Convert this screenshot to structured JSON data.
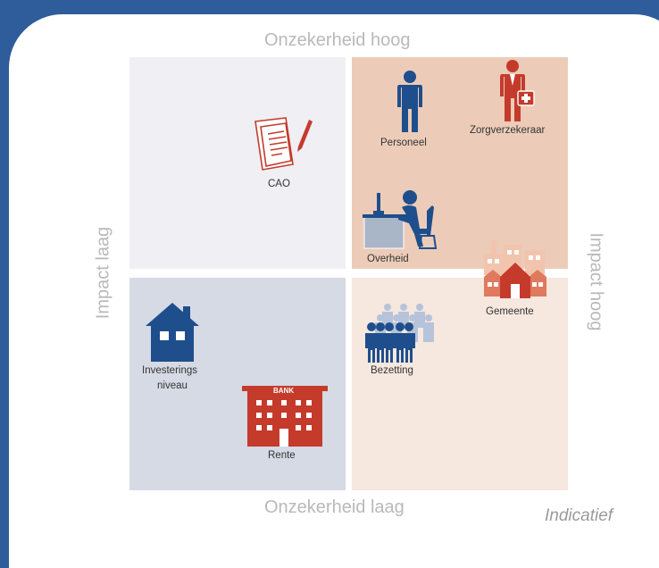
{
  "axes": {
    "top": "Onzekerheid hoog",
    "bottom": "Onzekerheid laag",
    "left": "Impact laag",
    "right": "Impact hoog"
  },
  "note": "Indicatief",
  "items": {
    "cao": "CAO",
    "personeel": "Personeel",
    "zorgverzekeraar": "Zorgverzekeraar",
    "overheid": "Overheid",
    "gemeente": "Gemeente",
    "investerings_line1": "Investerings",
    "investerings_line2": "niveau",
    "bezetting": "Bezetting",
    "rente": "Rente",
    "bank_sign": "BANK"
  },
  "colors": {
    "background": "#2f5c9a",
    "quad_top_left": "#efeff4",
    "quad_top_right": "#ecccb8",
    "quad_bottom_left": "#d6dae4",
    "quad_bottom_right": "#f6e7df",
    "icon_blue": "#1f4e8c",
    "icon_red": "#c43b2c"
  }
}
